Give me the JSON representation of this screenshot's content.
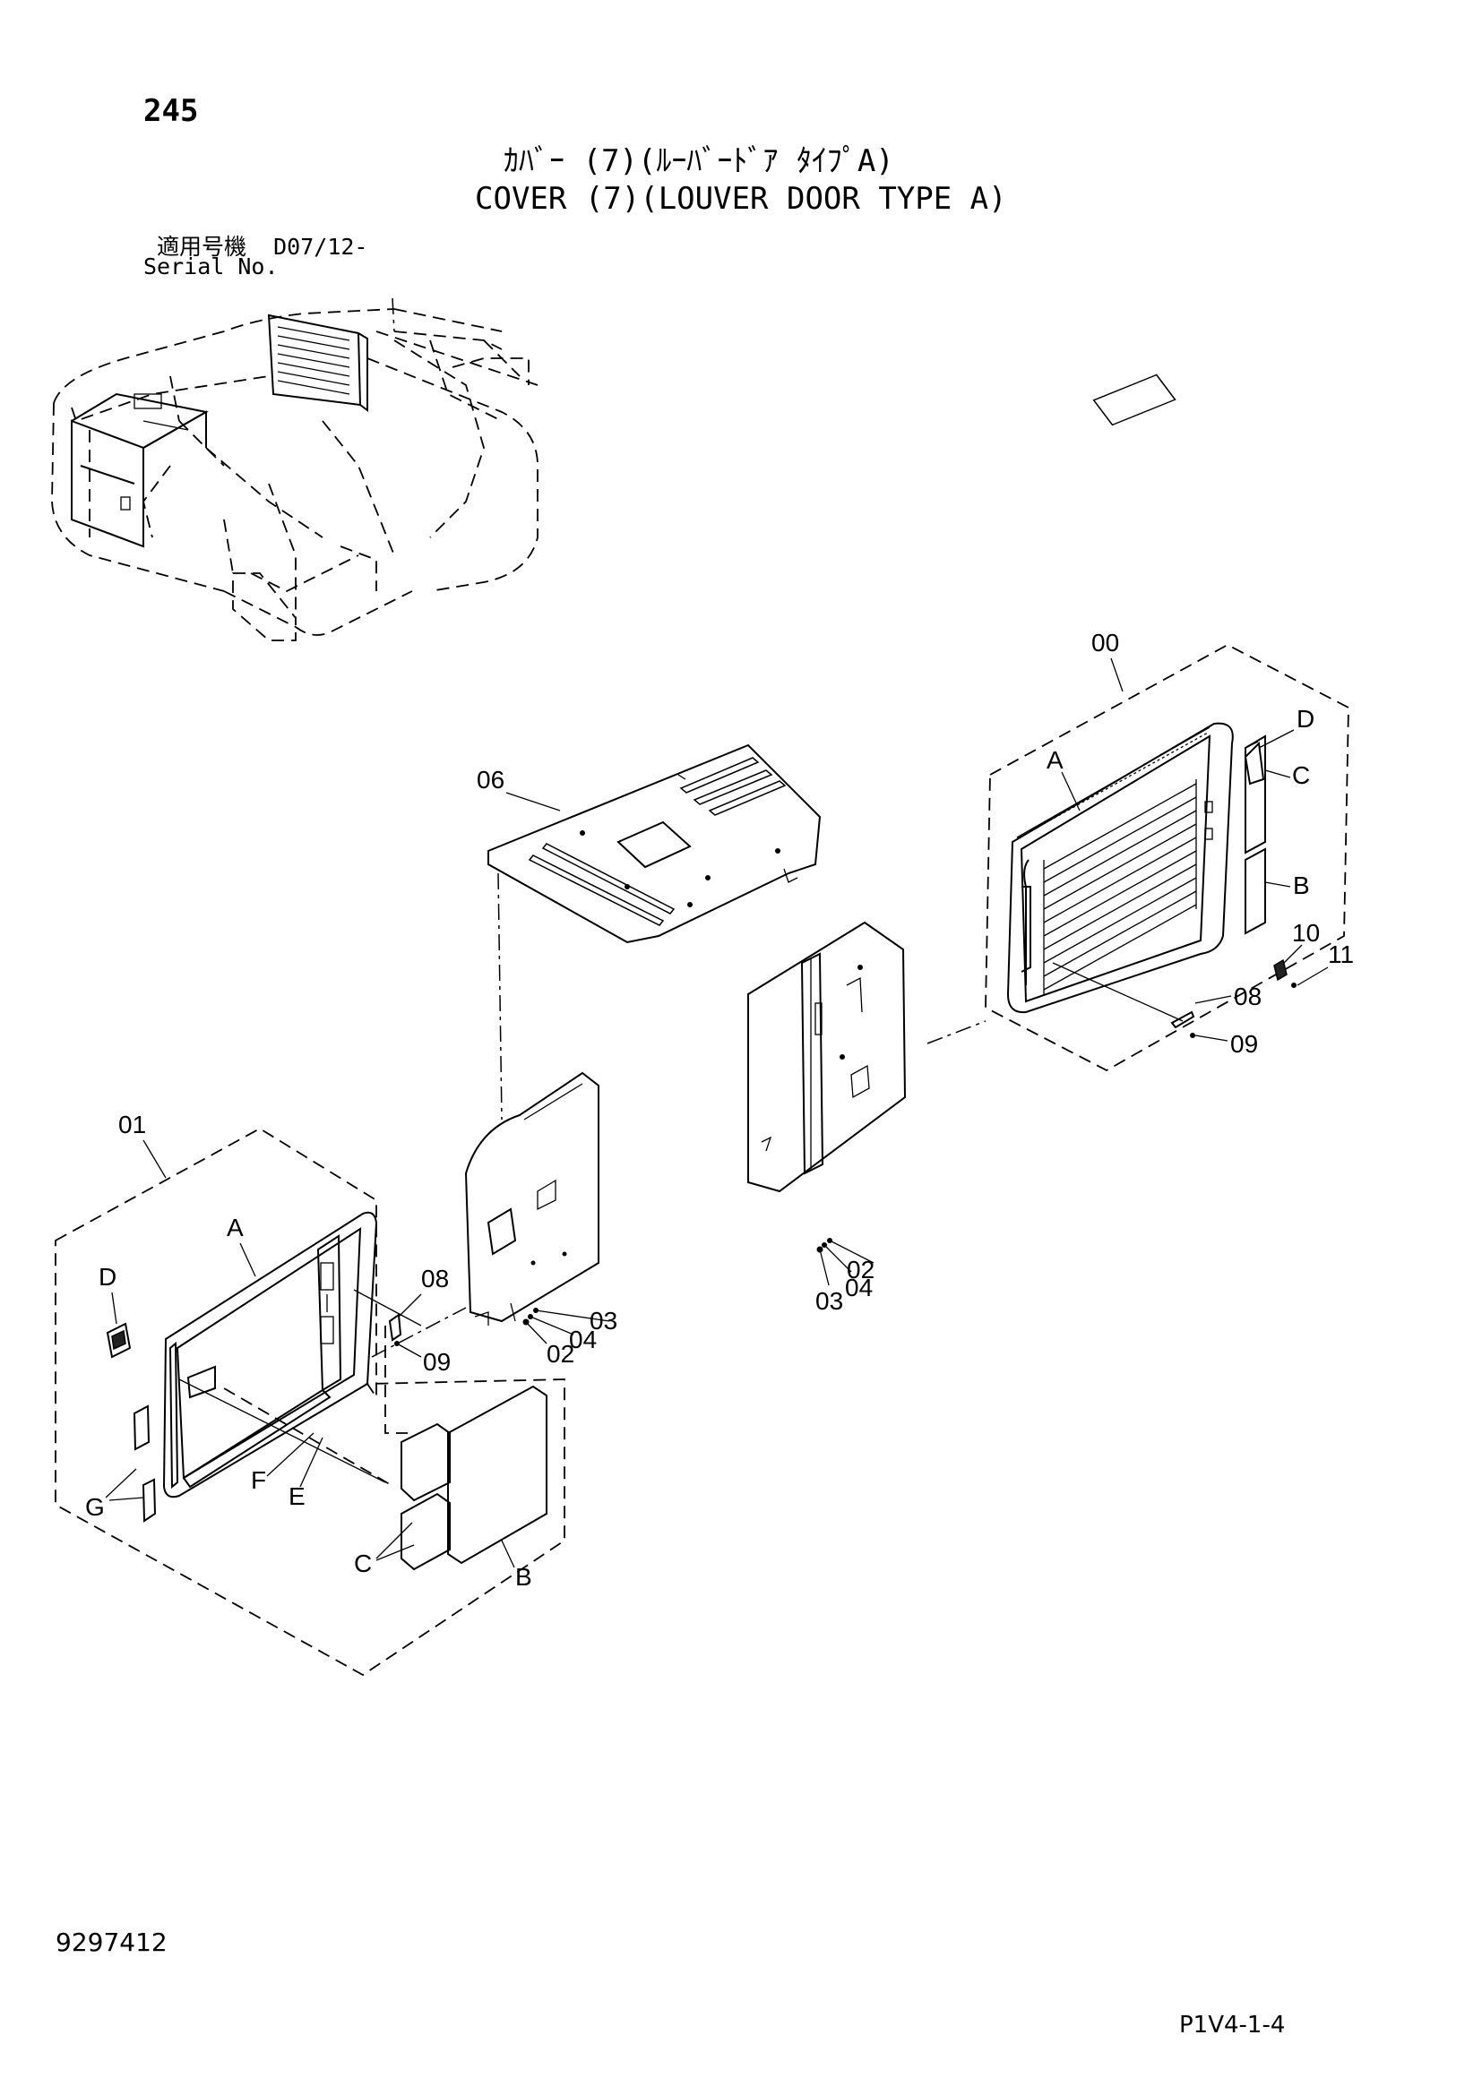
{
  "header": {
    "page_number": "245",
    "title_jp": "ｶﾊﾞｰ (7)(ﾙｰﾊﾞｰﾄﾞｱ ﾀｲﾌﾟA)",
    "title_en": "COVER (7)(LOUVER DOOR TYPE A)",
    "serial_label_jp": "適用号機",
    "serial_value": "D07/12-",
    "serial_label_en": "Serial No."
  },
  "callouts": {
    "c00": "00",
    "c01": "01",
    "c06": "06",
    "rA": "A",
    "rB": "B",
    "rC": "C",
    "rD": "D",
    "r10": "10",
    "r11": "11",
    "r08": "08",
    "r09": "09",
    "m02": "02",
    "m03": "03",
    "m04": "04",
    "s02": "02",
    "s03": "03",
    "s04": "04",
    "k08": "08",
    "k09": "09",
    "lA": "A",
    "lD": "D",
    "lG": "G",
    "lF": "F",
    "lE": "E",
    "lC": "C",
    "lB": "B"
  },
  "footer": {
    "doc_number": "9297412",
    "page_code": "P1V4-1-4"
  }
}
